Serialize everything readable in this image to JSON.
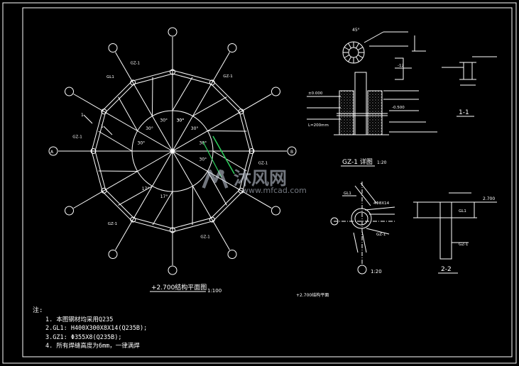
{
  "plan": {
    "title": "+2.700结构平面图",
    "scale": "1:100",
    "angle_label": "30°",
    "inner_angle_label": "17°",
    "beam_label": "GL1",
    "column_label": "GZ-1",
    "section_mark": "1",
    "axis_label_left": "A",
    "axis_label_right": "B"
  },
  "detail_gz": {
    "title": "GZ-1 详图",
    "scale": "1:20",
    "angle_label": "45°",
    "labels": [
      "-12",
      "-0.500",
      "±0.000",
      "L=200mm"
    ]
  },
  "section_11": {
    "label": "1-1"
  },
  "node_detail": {
    "scale": "1:20",
    "labels": [
      "GL1",
      "GZ-1",
      "4Φ8X14"
    ]
  },
  "section_22": {
    "label": "2-2",
    "labels": [
      "2.700",
      "GL1",
      "GZ-1"
    ]
  },
  "floor_note": "+2.700结构平面",
  "notes": {
    "heading": "注:",
    "lines": [
      "1. 本图钢材均采用Q235",
      "2.GL1: H400X300X8X14(Q235B);",
      "3.GZ1: Φ355X8(Q235B);",
      "4. 所有焊缝高度为6mm，一律满焊"
    ]
  },
  "watermark": {
    "name": "沐风网",
    "url": "www.mfcad.com"
  },
  "colors": {
    "background": "#000000",
    "line": "#ffffff",
    "accent_green": "#2fd35f",
    "hatch": "#c8c8c8"
  }
}
